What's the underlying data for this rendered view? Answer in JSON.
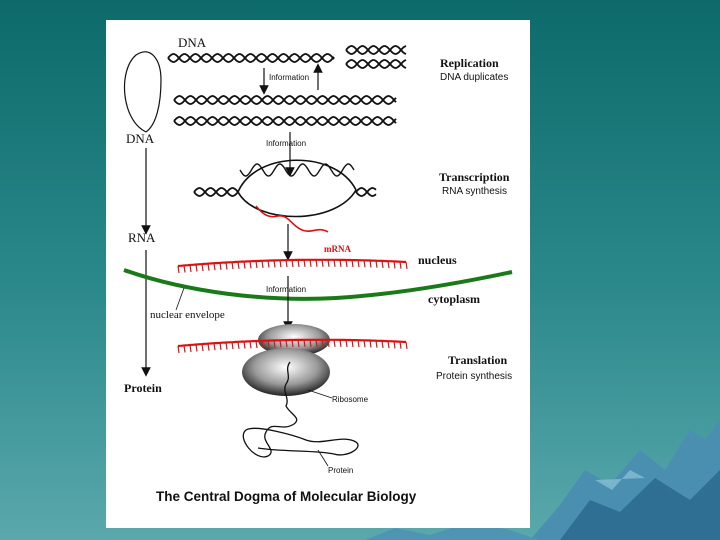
{
  "slide": {
    "background_color": "#1f7a7c",
    "figure_background": "#ffffff"
  },
  "diagram": {
    "title": "The Central Dogma of Molecular Biology",
    "left_axis": {
      "dna_top": "DNA",
      "dna_mid": "DNA",
      "rna": "RNA",
      "protein": "Protein"
    },
    "replication": {
      "heading": "Replication",
      "subtitle": "DNA duplicates",
      "info_label": "Information"
    },
    "transcription": {
      "heading": "Transcription",
      "subtitle": "RNA synthesis",
      "info_label": "Information"
    },
    "mrna_label": "mRNA",
    "nucleus_label": "nucleus",
    "cytoplasm_label": "cytoplasm",
    "nuclear_envelope_label": "nuclear envelope",
    "translation": {
      "heading": "Translation",
      "subtitle": "Protein synthesis",
      "info_label": "Information"
    },
    "ribosome_label": "Ribosome",
    "protein_label": "Protein",
    "colors": {
      "dna": "#111111",
      "mrna": "#e01010",
      "envelope": "#1a7a1a"
    }
  }
}
